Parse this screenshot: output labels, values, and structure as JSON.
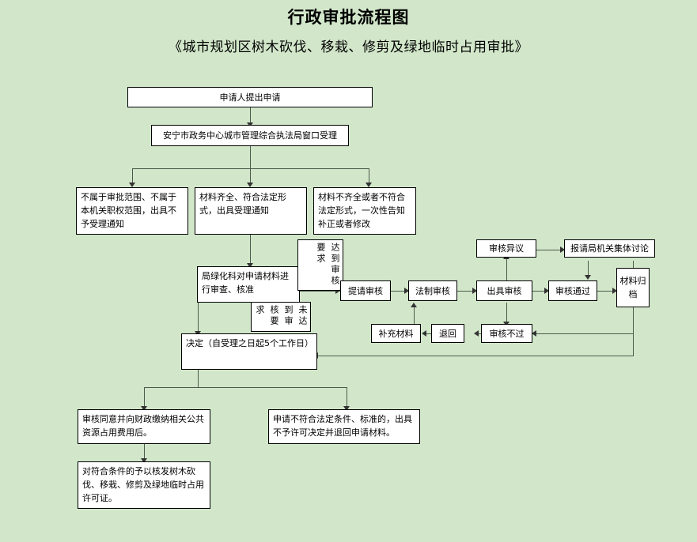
{
  "page": {
    "title": "行政审批流程图",
    "subtitle": "《城市规划区树木砍伐、移栽、修剪及绿地临时占用审批》",
    "background_color": "#d2e7ca",
    "box_fill": "#ffffff",
    "border_color": "#000000",
    "connector_color": "#4a5a4a"
  },
  "nodes": {
    "apply": "申请人提出申请",
    "accept_window": "安宁市政务中心城市管理综合执法局窗口受理",
    "out_of_scope": "不属于审批范围、不属于本机关职权范围，出具不予受理通知",
    "materials_complete": "材料齐全、符合法定形式，出具受理通知",
    "materials_incomplete": "材料不齐全或者不符合法定形式，一次性告知补正或者修改",
    "greening_review": "局绿化科对申请材料进行审查、核准",
    "label_meets": "达到审核要求",
    "label_not_meets": "未达到审核要求",
    "request_review": "提请审核",
    "legal_review": "法制审核",
    "issue_review": "出具审核",
    "review_objection": "审核异议",
    "bureau_discussion": "报请局机关集体讨论",
    "review_passed": "审核通过",
    "review_failed": "审核不过",
    "archive": "材料归档",
    "return_back": "退回",
    "supplement_materials": "补充材料",
    "decision": "决定（自受理之日起5个工作日）",
    "approved_fee": "审核同意并向财政缴纳相关公共资源占用费用后。",
    "not_approved": "申请不符合法定条件、标准的，出具不予许可决定并退回申请材料。",
    "issue_license": "对符合条件的予以核发树木砍伐、移栽、修剪及绿地临时占用许可证。"
  }
}
